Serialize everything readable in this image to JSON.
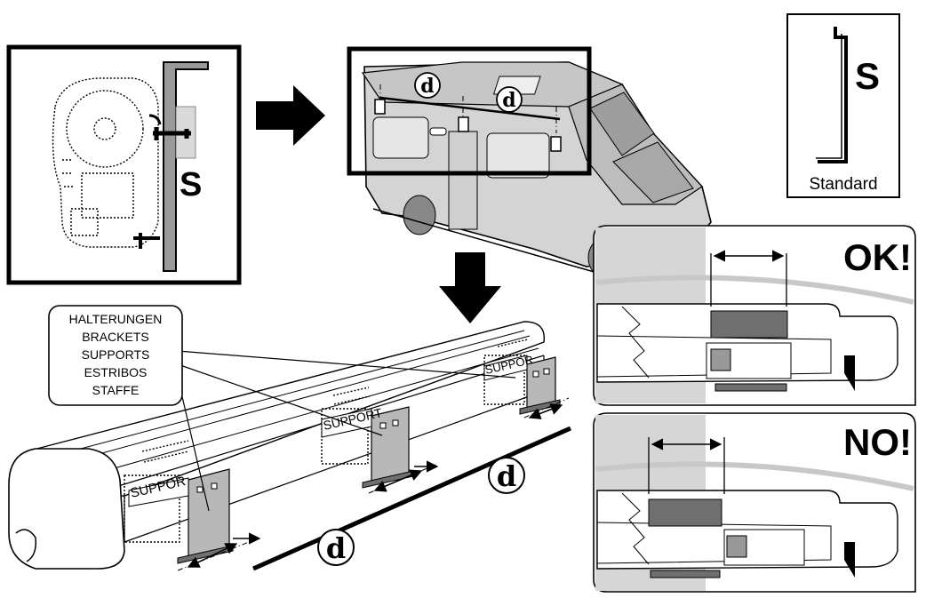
{
  "profile_panel": {
    "letter": "S"
  },
  "standard_panel": {
    "letter": "S",
    "caption": "Standard"
  },
  "spacing_markers": {
    "letter": "d"
  },
  "bracket_callout": {
    "lines": [
      "HALTERUNGEN",
      "BRACKETS",
      "SUPPORTS",
      "ESTRIBOS",
      "STAFFE"
    ]
  },
  "bracket_stamp": {
    "label": "SUPPORT",
    "label_cut": "SUPPOR",
    "label_cut_short": "SUPPOR"
  },
  "ok_panel": {
    "verdict": "OK!"
  },
  "no_panel": {
    "verdict": "NO!"
  },
  "colors": {
    "line": "#000000",
    "panel_grey": "#d6d6d6",
    "bracket_grey": "#b8b8b8",
    "dark_grey": "#6f6f6f"
  }
}
